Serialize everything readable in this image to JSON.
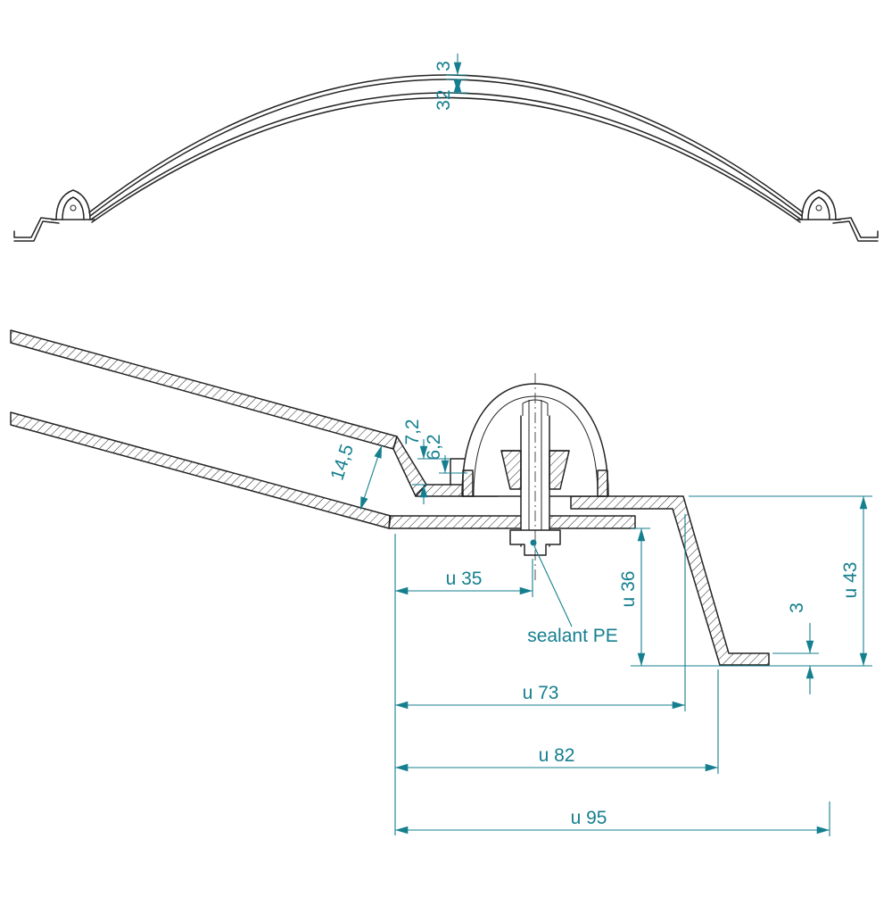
{
  "drawing": {
    "colors": {
      "line": "#242424",
      "dimension": "#157f8f",
      "background": "#ffffff"
    },
    "view_top": {
      "dim_sheet_thickness": "3",
      "dim_apex_gap": "32"
    },
    "view_detail": {
      "dim_step_a": "7,2",
      "dim_step_b": "6,2",
      "dim_panel_gap": "14,5",
      "dim_width_35": "u 35",
      "dim_height_36": "u 36",
      "dim_height_43": "u 43",
      "dim_foot_thickness": "3",
      "dim_width_73": "u 73",
      "dim_width_82": "u 82",
      "dim_width_95": "u 95",
      "sealant_label": "sealant PE"
    }
  }
}
